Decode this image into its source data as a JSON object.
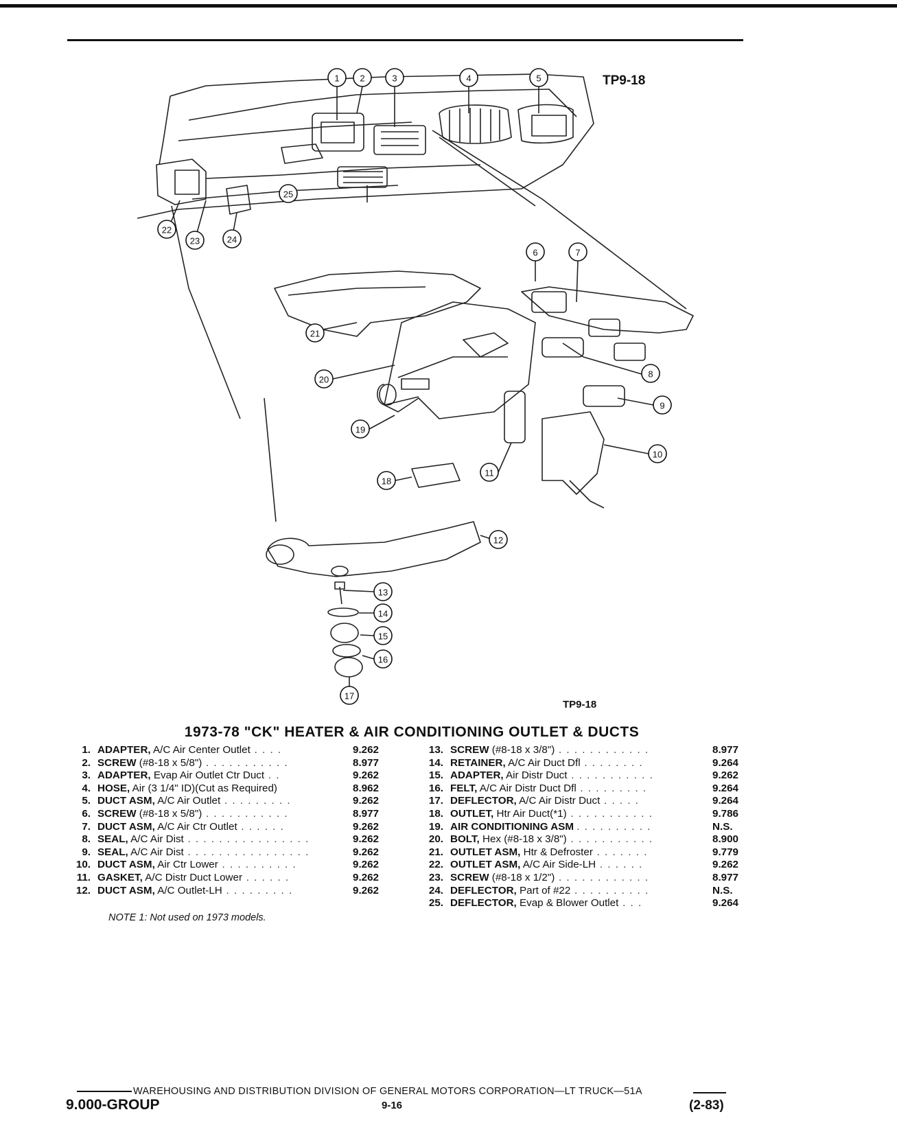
{
  "figure_id_top": "TP9-18",
  "figure_id_bottom": "TP9-18",
  "title": "1973-78 \"CK\" HEATER & AIR CONDITIONING OUTLET & DUCTS",
  "callouts": [
    "1",
    "2",
    "3",
    "4",
    "5",
    "6",
    "7",
    "8",
    "9",
    "10",
    "11",
    "12",
    "13",
    "14",
    "15",
    "16",
    "17",
    "18",
    "19",
    "20",
    "21",
    "22",
    "23",
    "24",
    "25"
  ],
  "parts_left": [
    {
      "num": "1.",
      "name": "ADAPTER,",
      "desc": "A/C Air Center Outlet",
      "dots": " . . . .",
      "code": "9.262"
    },
    {
      "num": "2.",
      "name": "SCREW",
      "desc": "(#8-18 x 5/8\")",
      "dots": " . . . . . . . . . . .",
      "code": "8.977"
    },
    {
      "num": "3.",
      "name": "ADAPTER,",
      "desc": "Evap Air Outlet Ctr Duct",
      "dots": " . .",
      "code": "9.262"
    },
    {
      "num": "4.",
      "name": "HOSE,",
      "desc": "Air (3 1/4\" ID)(Cut as Required)",
      "dots": "",
      "code": "8.962"
    },
    {
      "num": "5.",
      "name": "DUCT ASM,",
      "desc": "A/C Air Outlet",
      "dots": " . . . . . . . . .",
      "code": "9.262"
    },
    {
      "num": "6.",
      "name": "SCREW",
      "desc": "(#8-18 x 5/8\")",
      "dots": " . . . . . . . . . . .",
      "code": "8.977"
    },
    {
      "num": "7.",
      "name": "DUCT ASM,",
      "desc": "A/C Air Ctr Outlet",
      "dots": " . . . . . .",
      "code": "9.262"
    },
    {
      "num": "8.",
      "name": "SEAL,",
      "desc": "A/C Air Dist",
      "dots": " . . . . . . . . . . . . . . . .",
      "code": "9.262"
    },
    {
      "num": "9.",
      "name": "SEAL,",
      "desc": "A/C Air Dist",
      "dots": " . . . . . . . . . . . . . . . .",
      "code": "9.262"
    },
    {
      "num": "10.",
      "name": "DUCT ASM,",
      "desc": "Air Ctr Lower",
      "dots": " . . . . . . . . . .",
      "code": "9.262"
    },
    {
      "num": "11.",
      "name": "GASKET,",
      "desc": "A/C Distr Duct Lower",
      "dots": " . . . . . .",
      "code": "9.262"
    },
    {
      "num": "12.",
      "name": "DUCT ASM,",
      "desc": "A/C Outlet-LH",
      "dots": " . . . . . . . . .",
      "code": "9.262"
    }
  ],
  "parts_right": [
    {
      "num": "13.",
      "name": "SCREW",
      "desc": "(#8-18 x 3/8\")",
      "dots": " . . . . . . . . . . . .",
      "code": "8.977"
    },
    {
      "num": "14.",
      "name": "RETAINER,",
      "desc": "A/C Air Duct Dfl",
      "dots": " . . . . . . . .",
      "code": "9.264"
    },
    {
      "num": "15.",
      "name": "ADAPTER,",
      "desc": "Air Distr Duct",
      "dots": " . . . . . . . . . . .",
      "code": "9.262"
    },
    {
      "num": "16.",
      "name": "FELT,",
      "desc": "A/C Air Distr Duct Dfl",
      "dots": " . . . . . . . . .",
      "code": "9.264"
    },
    {
      "num": "17.",
      "name": "DEFLECTOR,",
      "desc": "A/C Air Distr Duct",
      "dots": " . . . . .",
      "code": "9.264"
    },
    {
      "num": "18.",
      "name": "OUTLET,",
      "desc": "Htr Air Duct(*1)",
      "dots": " . . . . . . . . . . .",
      "code": "9.786"
    },
    {
      "num": "19.",
      "name": "AIR CONDITIONING ASM",
      "desc": "",
      "dots": " . . . . . . . . . .",
      "code": "N.S."
    },
    {
      "num": "20.",
      "name": "BOLT,",
      "desc": "Hex (#8-18 x 3/8\")",
      "dots": " . . . . . . . . . . .",
      "code": "8.900"
    },
    {
      "num": "21.",
      "name": "OUTLET ASM,",
      "desc": "Htr & Defroster",
      "dots": " . . . . . . .",
      "code": "9.779"
    },
    {
      "num": "22.",
      "name": "OUTLET ASM,",
      "desc": "A/C Air Side-LH",
      "dots": " . . . . . .",
      "code": "9.262"
    },
    {
      "num": "23.",
      "name": "SCREW",
      "desc": "(#8-18 x 1/2\")",
      "dots": " . . . . . . . . . . . .",
      "code": "8.977"
    },
    {
      "num": "24.",
      "name": "DEFLECTOR,",
      "desc": "Part of #22",
      "dots": " . . . . . . . . . .",
      "code": "N.S."
    },
    {
      "num": "25.",
      "name": "DEFLECTOR,",
      "desc": "Evap & Blower Outlet",
      "dots": " . . .",
      "code": "9.264"
    }
  ],
  "note": "NOTE 1: Not used on 1973 models.",
  "footer": {
    "line": "WAREHOUSING AND DISTRIBUTION DIVISION OF GENERAL MOTORS CORPORATION—LT TRUCK—51A",
    "group": "9.000-GROUP",
    "page": "9-16",
    "date": "(2-83)"
  }
}
